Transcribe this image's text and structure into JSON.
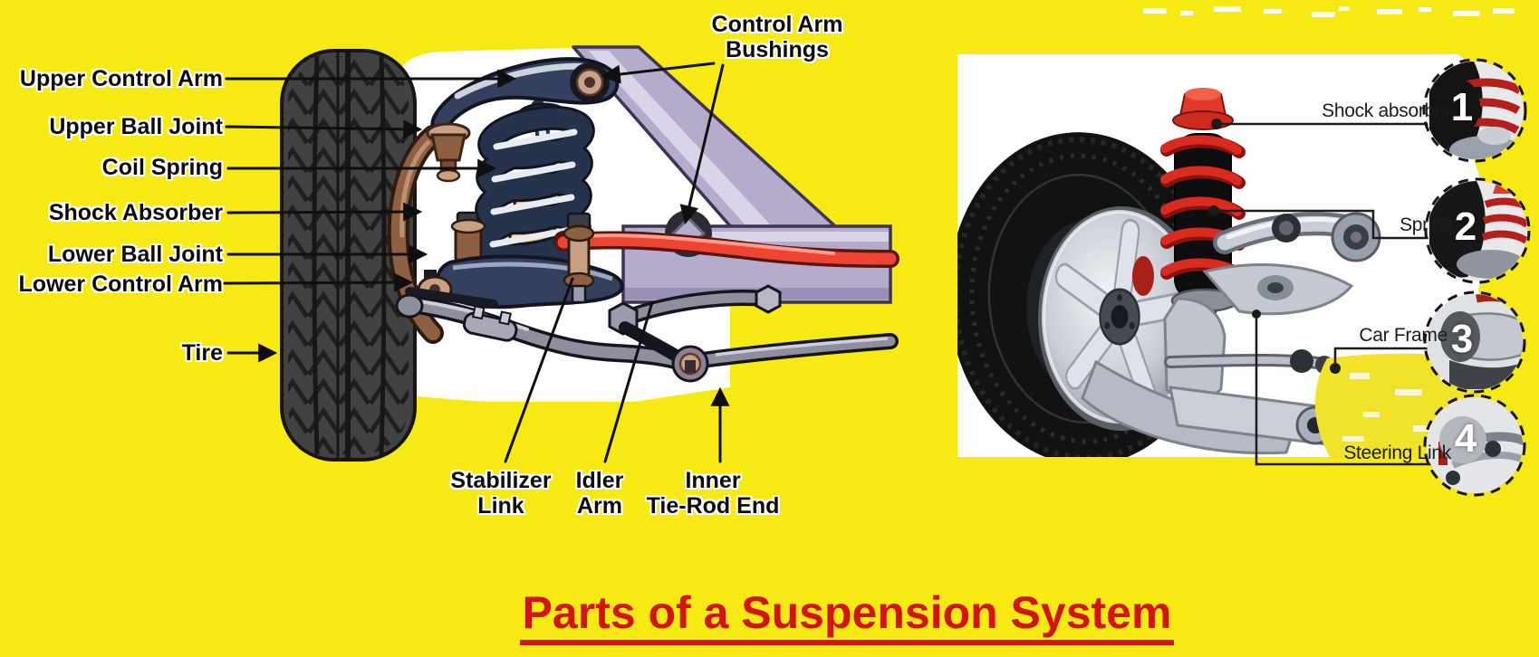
{
  "colors": {
    "background": "#F6E914",
    "title_red": "#D21414",
    "cartoon_navy": "#33415F",
    "cartoon_purple": "#B5ABCD",
    "cartoon_red_bar": "#EF4434",
    "cartoon_orange": "#F2A93B",
    "photo_spring_red": "#CF2A20"
  },
  "title": {
    "text": "Parts of a Suspension System"
  },
  "left_diagram": {
    "labels": {
      "upper_control_arm": "Upper Control Arm",
      "upper_ball_joint": "Upper Ball Joint",
      "coil_spring": "Coil Spring",
      "shock_absorber": "Shock Absorber",
      "lower_ball_joint": "Lower Ball Joint",
      "lower_control_arm": "Lower Control Arm",
      "tire": "Tire",
      "control_arm_bushings": "Control Arm\nBushings",
      "stabilizer_link": "Stabilizer\nLink",
      "idler_arm": "Idler\nArm",
      "inner_tie_rod_end": "Inner\nTie-Rod End"
    }
  },
  "right_photo": {
    "labels": {
      "shock_absorber": "Shock absorber",
      "spring": "Spring",
      "car_frame": "Car Frame",
      "steering_link": "Steering Link"
    },
    "callouts": [
      {
        "n": "1"
      },
      {
        "n": "2"
      },
      {
        "n": "3"
      },
      {
        "n": "4"
      }
    ]
  }
}
